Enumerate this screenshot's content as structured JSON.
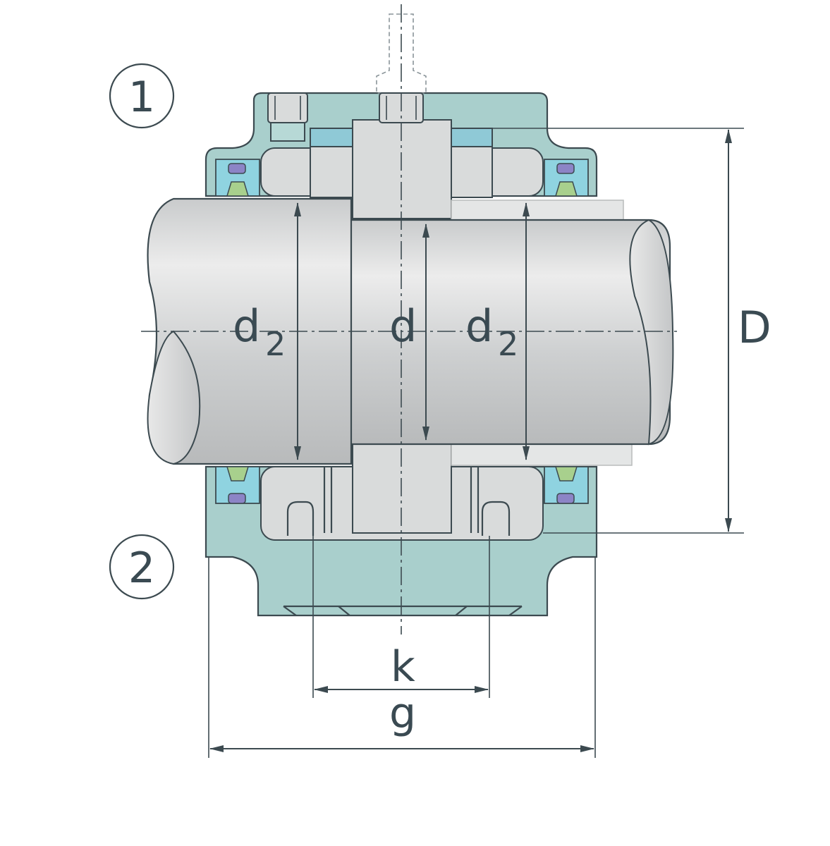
{
  "labels": {
    "top_marker": "1",
    "bottom_marker": "2",
    "d2_left_base": "d",
    "d2_left_sub": "2",
    "d_center": "d",
    "d2_right_base": "d",
    "d2_right_sub": "2",
    "D_outer": "D",
    "k": "k",
    "g": "g"
  },
  "colors": {
    "housing": "#a9cfcc",
    "metal": "#d9dbdb",
    "line": "#3c4a50",
    "seal_green": "#a8d08d",
    "seal_purple": "#8c84c6",
    "seal_cyan": "#8fd3e0"
  }
}
